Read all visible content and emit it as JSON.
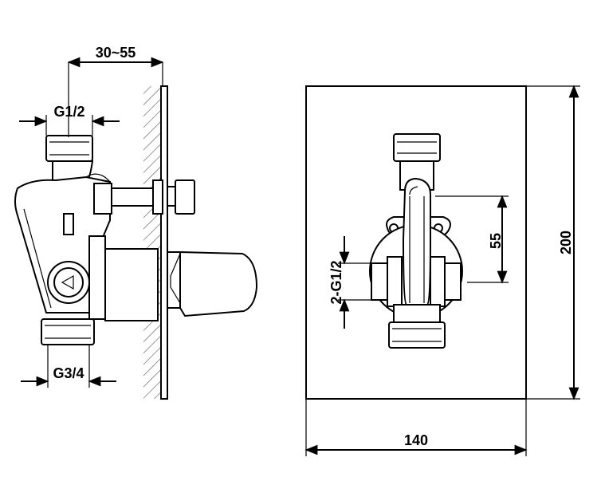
{
  "side_view": {
    "dim_depth": "30~55",
    "dim_inlet": "G1/2",
    "dim_outlet": "G3/4"
  },
  "front_view": {
    "dim_center": "55",
    "dim_ports": "2-G1/2",
    "dim_height": "200",
    "dim_width": "140"
  }
}
